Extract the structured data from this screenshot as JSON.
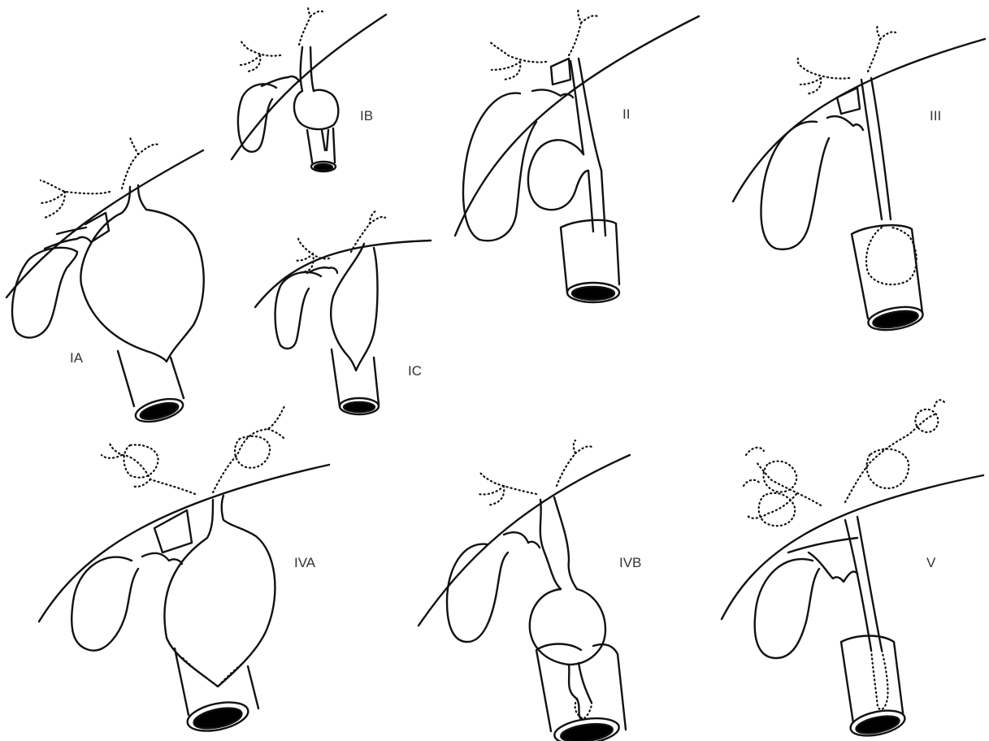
{
  "panels": [
    {
      "id": "IA",
      "label": "IA"
    },
    {
      "id": "IB",
      "label": "IB"
    },
    {
      "id": "IC",
      "label": "IC"
    },
    {
      "id": "II",
      "label": "II"
    },
    {
      "id": "III",
      "label": "III"
    },
    {
      "id": "IVA",
      "label": "IVA"
    },
    {
      "id": "IVB",
      "label": "IVB"
    },
    {
      "id": "V",
      "label": "V"
    }
  ],
  "colors": {
    "line": "#111111",
    "lumen": "#000000",
    "background": "#ffffff",
    "label": "#333333"
  }
}
